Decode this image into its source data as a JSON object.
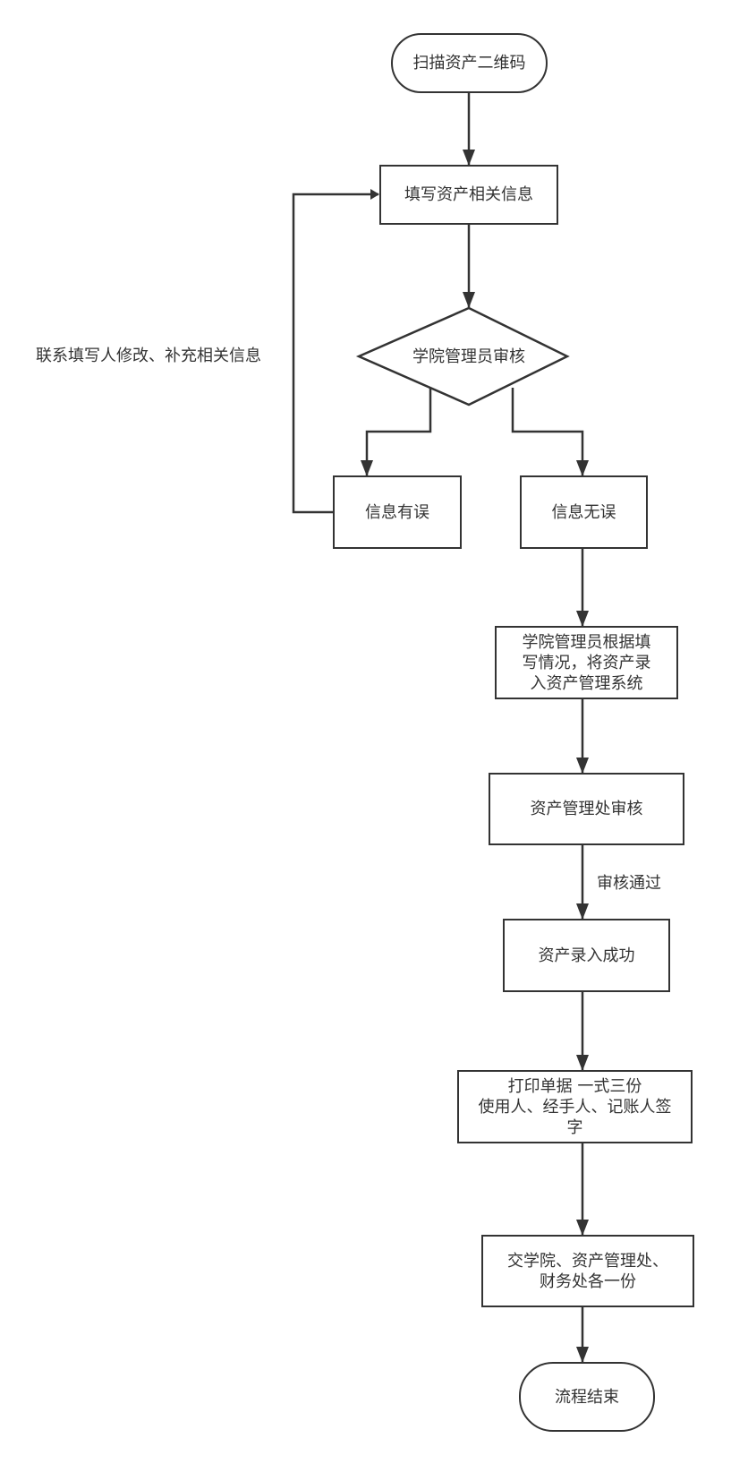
{
  "diagram": {
    "type": "flowchart",
    "colors": {
      "stroke": "#333333",
      "text": "#333333",
      "fill": "#ffffff"
    },
    "nodes": {
      "start": {
        "shape": "terminator",
        "label": "扫描资产二维码"
      },
      "fill_info": {
        "shape": "process",
        "label": "填写资产相关信息"
      },
      "college_review": {
        "shape": "decision",
        "label": "学院管理员审核"
      },
      "info_error": {
        "shape": "process",
        "label": "信息有误"
      },
      "info_ok": {
        "shape": "process",
        "label": "信息无误"
      },
      "enter_system": {
        "shape": "process",
        "label": "学院管理员根据填\n写情况，将资产录\n入资产管理系统"
      },
      "asset_office_review": {
        "shape": "process",
        "label": "资产管理处审核"
      },
      "entry_success": {
        "shape": "process",
        "label": "资产录入成功"
      },
      "print_docs": {
        "shape": "process",
        "label": "打印单据 一式三份\n使用人、经手人、记账人签\n字"
      },
      "distribute": {
        "shape": "process",
        "label": "交学院、资产管理处、\n财务处各一份"
      },
      "end": {
        "shape": "terminator",
        "label": "流程结束"
      }
    },
    "edges": [
      {
        "from": "start",
        "to": "fill_info",
        "label": ""
      },
      {
        "from": "fill_info",
        "to": "college_review",
        "label": ""
      },
      {
        "from": "college_review",
        "to": "info_error",
        "label": ""
      },
      {
        "from": "college_review",
        "to": "info_ok",
        "label": ""
      },
      {
        "from": "info_error",
        "to": "fill_info",
        "label": "联系填写人修改、补充相关信息"
      },
      {
        "from": "info_ok",
        "to": "enter_system",
        "label": ""
      },
      {
        "from": "enter_system",
        "to": "asset_office_review",
        "label": ""
      },
      {
        "from": "asset_office_review",
        "to": "entry_success",
        "label": "审核通过"
      },
      {
        "from": "entry_success",
        "to": "print_docs",
        "label": ""
      },
      {
        "from": "print_docs",
        "to": "distribute",
        "label": ""
      },
      {
        "from": "distribute",
        "to": "end",
        "label": ""
      }
    ]
  }
}
